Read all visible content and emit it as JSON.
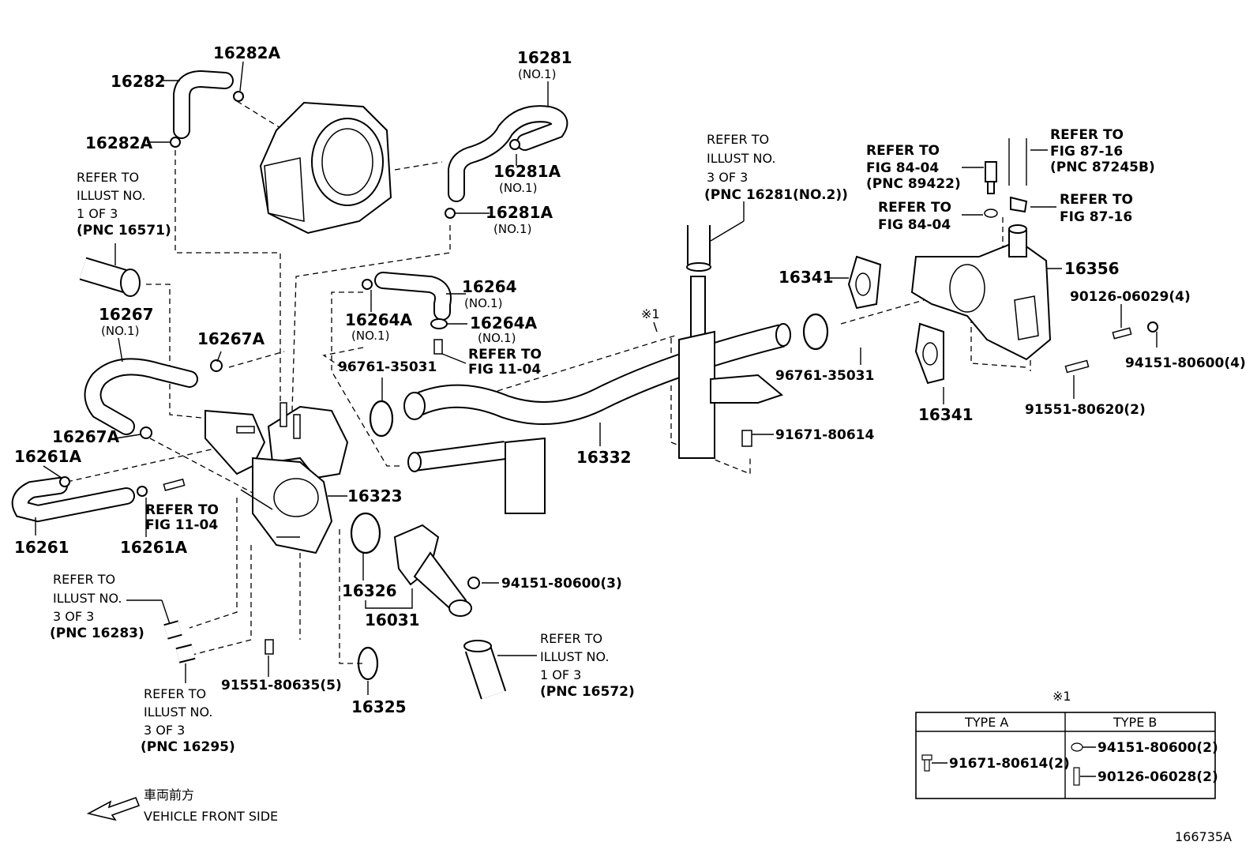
{
  "labels": {
    "p16282": "16282",
    "p16282A_top": "16282A",
    "p16282A_left": "16282A",
    "p16281": "16281",
    "p16281_no1": "(NO.1)",
    "p16281A_a": "16281A",
    "p16281A_a_no1": "(NO.1)",
    "p16281A_b": "16281A",
    "p16281A_b_no1": "(NO.1)",
    "p16264": "16264",
    "p16264_no1": "(NO.1)",
    "p16264A_a": "16264A",
    "p16264A_a_no1": "(NO.1)",
    "p16264A_b": "16264A",
    "p16264A_b_no1": "(NO.1)",
    "p16267": "16267",
    "p16267_no1": "(NO.1)",
    "p16267A_a": "16267A",
    "p16267A_b": "16267A",
    "p16261A_a": "16261A",
    "p16261A_b": "16261A",
    "p16261": "16261",
    "p16323": "16323",
    "p16326": "16326",
    "p16031": "16031",
    "p16325": "16325",
    "p16332": "16332",
    "p96761_a": "96761-35031",
    "p96761_b": "96761-35031",
    "p91671": "91671-80614",
    "p94151_3": "94151-80600(3)",
    "p91551_5": "91551-80635(5)",
    "p16341_a": "16341",
    "p16341_b": "16341",
    "p16356": "16356",
    "p90126_4": "90126-06029(4)",
    "p94151_4": "94151-80600(4)",
    "p91551_2": "91551-80620(2)",
    "mark1": "※1"
  },
  "refs": {
    "r1": [
      "REFER TO",
      "ILLUST NO.",
      "1 OF 3",
      "(PNC 16571)"
    ],
    "r2": [
      "REFER TO",
      "ILLUST NO.",
      "3 OF 3",
      "(PNC 16281(NO.2))"
    ],
    "r3": [
      "REFER TO",
      "FIG 84-04",
      "(PNC 89422)"
    ],
    "r4": [
      "REFER TO",
      "FIG 84-04"
    ],
    "r5": [
      "REFER TO",
      "FIG 87-16",
      "(PNC 87245B)"
    ],
    "r6": [
      "REFER TO",
      "FIG 87-16"
    ],
    "r7": [
      "REFER TO",
      "FIG 11-04"
    ],
    "r8": [
      "REFER TO",
      "FIG 11-04"
    ],
    "r9": [
      "REFER TO",
      "ILLUST NO.",
      "3 OF 3",
      "(PNC 16283)"
    ],
    "r10": [
      "REFER TO",
      "ILLUST NO.",
      "3 OF 3",
      "(PNC 16295)"
    ],
    "r11": [
      "REFER TO",
      "ILLUST NO.",
      "1 OF 3",
      "(PNC 16572)"
    ]
  },
  "table": {
    "mark": "※1",
    "col_a": "TYPE A",
    "col_b": "TYPE B",
    "a_item": "91671-80614(2)",
    "b_item1": "94151-80600(2)",
    "b_item2": "90126-06028(2)"
  },
  "footer": {
    "front_jp": "車両前方",
    "front_en": "VEHICLE FRONT SIDE",
    "code": "166735A"
  }
}
